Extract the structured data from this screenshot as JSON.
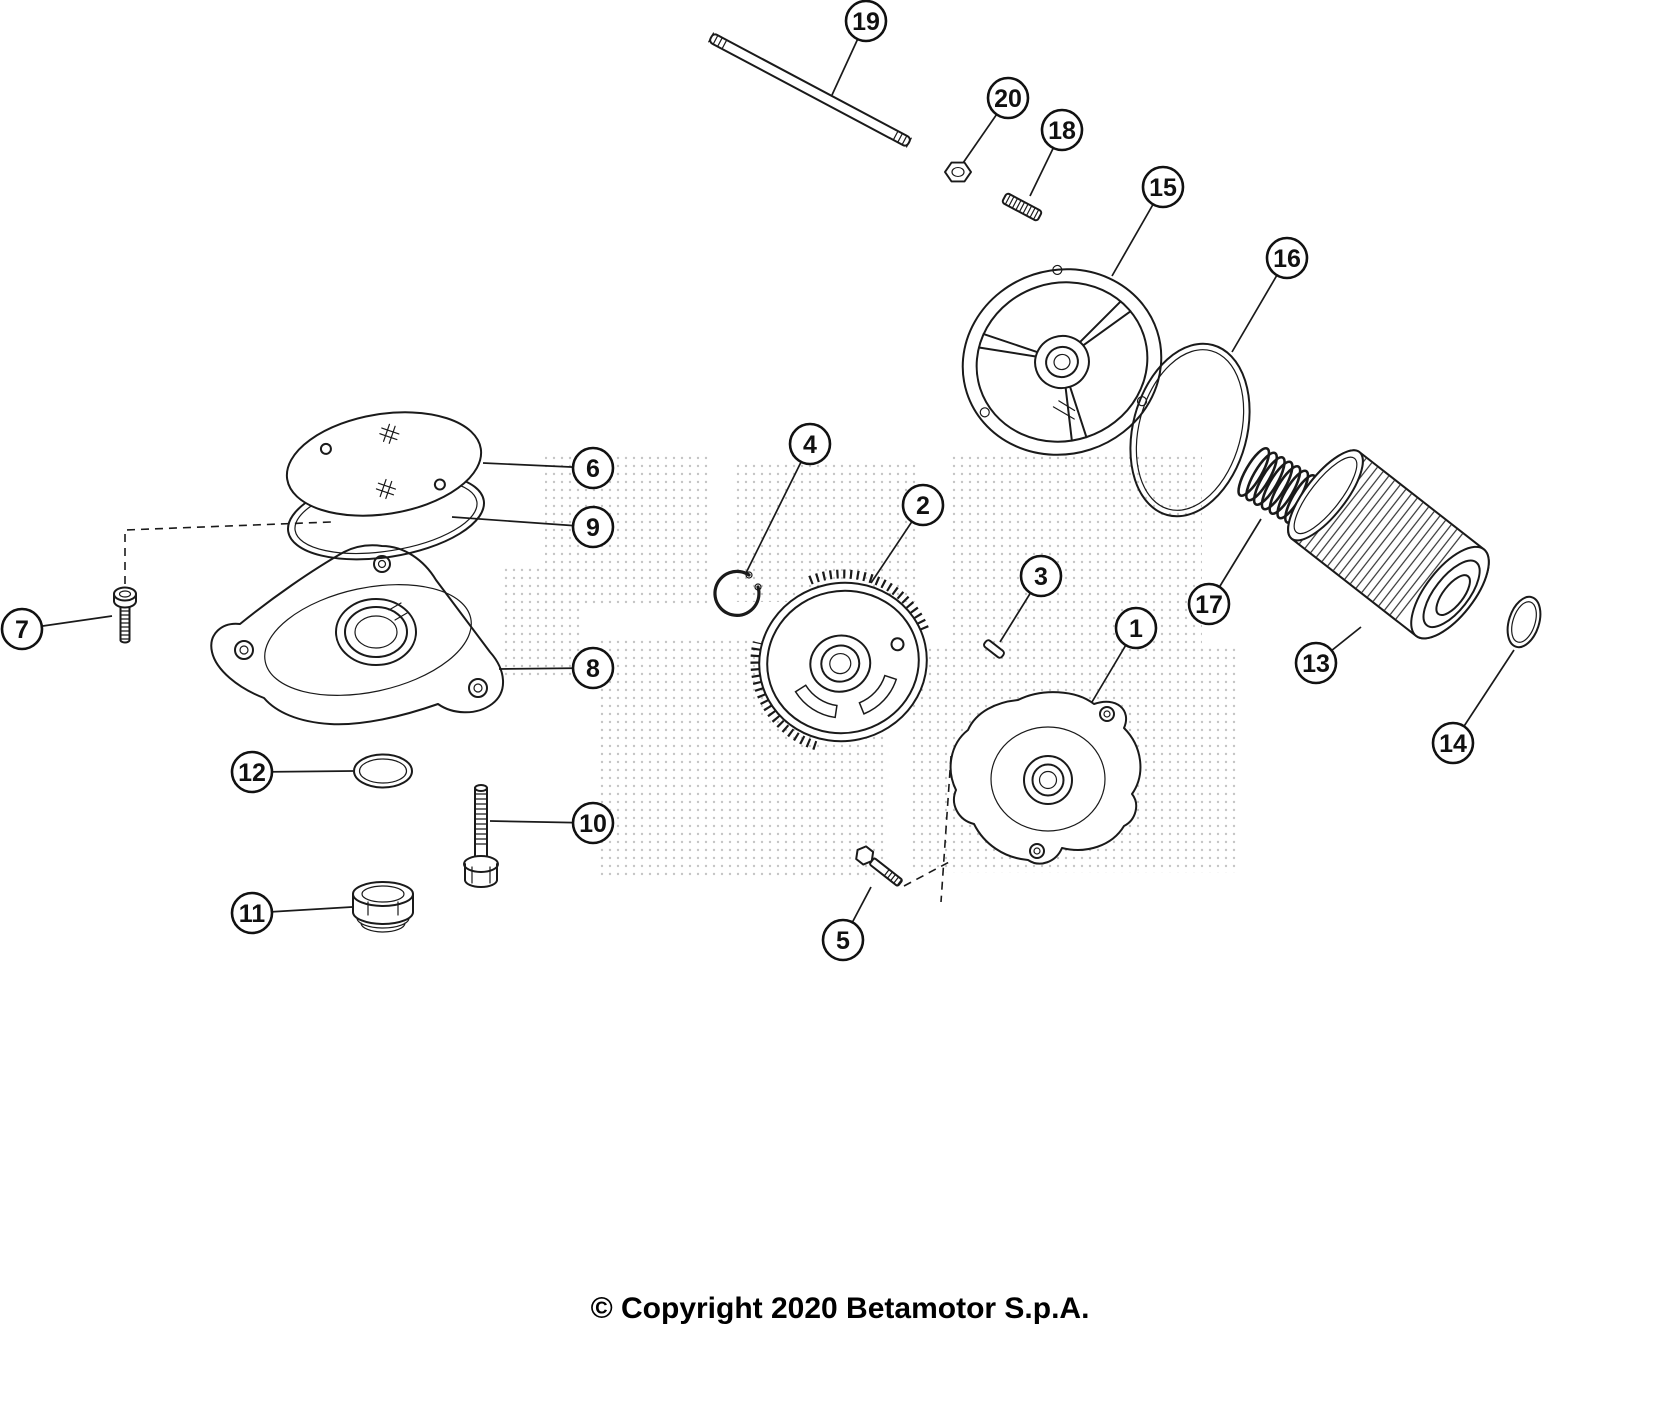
{
  "colors": {
    "line": "#1a1a1a",
    "background": "#ffffff"
  },
  "callouts": {
    "c1": "1",
    "c2": "2",
    "c3": "3",
    "c4": "4",
    "c5": "5",
    "c6": "6",
    "c7": "7",
    "c8": "8",
    "c9": "9",
    "c10": "10",
    "c11": "11",
    "c12": "12",
    "c13": "13",
    "c14": "14",
    "c15": "15",
    "c16": "16",
    "c17": "17",
    "c18": "18",
    "c19": "19",
    "c20": "20"
  },
  "footer": {
    "copyright": "© Copyright 2020 Betamotor S.p.A."
  }
}
